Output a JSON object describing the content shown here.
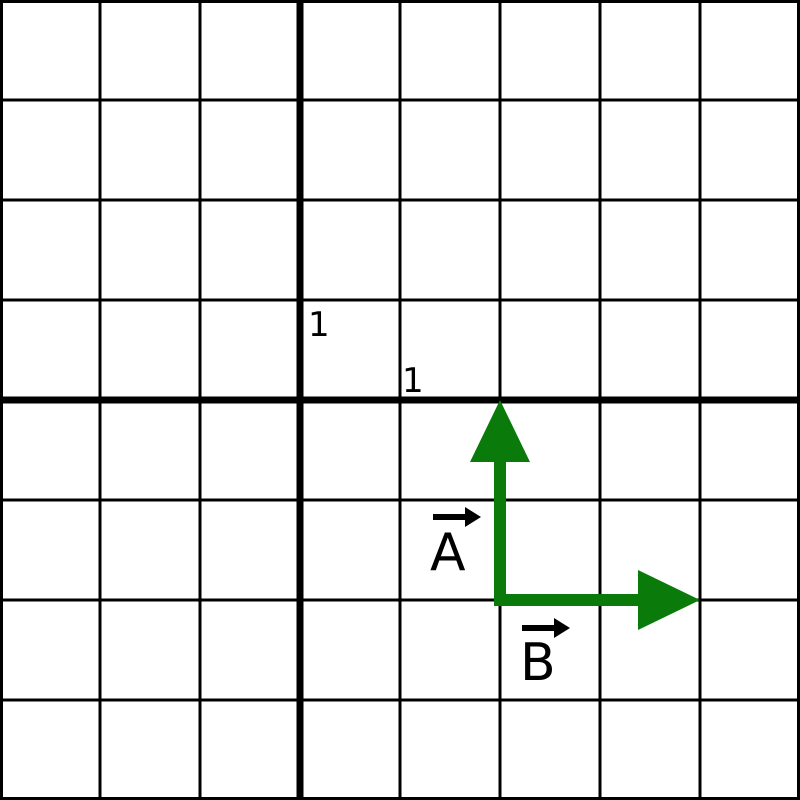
{
  "colors": {
    "grid": "#000000",
    "vector": "#0a7a0a",
    "background": "#ffffff"
  },
  "diagram": {
    "grid_range": {
      "x": [
        -3,
        5
      ],
      "y": [
        -4,
        4
      ]
    },
    "tick_labels": {
      "x_tick": {
        "text": "1",
        "at": [
          1,
          0
        ]
      },
      "y_tick": {
        "text": "1",
        "at": [
          0,
          1
        ]
      }
    },
    "vectors": [
      {
        "id": "A",
        "label": "A",
        "start": [
          2,
          -2
        ],
        "end": [
          2,
          0
        ]
      },
      {
        "id": "B",
        "label": "B",
        "start": [
          2,
          -2
        ],
        "end": [
          4,
          -2
        ]
      }
    ]
  }
}
